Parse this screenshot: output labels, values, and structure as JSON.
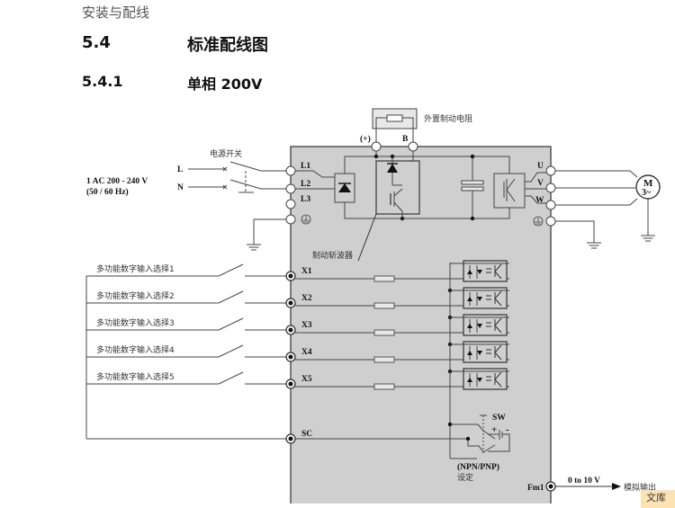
{
  "header": {
    "chapter": "安装与配线",
    "section_number": "5.4",
    "section_title": "标准配线图",
    "subsection_number": "5.4.1",
    "subsection_title": "单相 200V"
  },
  "diagram": {
    "power_supply": {
      "rating": "1 AC 200 - 240 V",
      "frequency": "(50 / 60 Hz)",
      "line_L": "L",
      "line_N": "N",
      "switch_label": "电源开关"
    },
    "input_terminals": [
      "L1",
      "L2",
      "L3"
    ],
    "ground_symbol": "⏚",
    "brake": {
      "resistor_label": "外置制动电阻",
      "plus_terminal": "(+)",
      "b_terminal": "B",
      "chopper_label": "制动斩波器"
    },
    "output_terminals": [
      "U",
      "V",
      "W"
    ],
    "motor": {
      "line1": "M",
      "line2": "3~"
    },
    "digital_inputs": [
      {
        "terminal": "X1",
        "label": "多功能数字输入选择1"
      },
      {
        "terminal": "X2",
        "label": "多功能数字输入选择2"
      },
      {
        "terminal": "X3",
        "label": "多功能数字输入选择3"
      },
      {
        "terminal": "X4",
        "label": "多功能数字输入选择4"
      },
      {
        "terminal": "X5",
        "label": "多功能数字输入选择5"
      }
    ],
    "common_terminal": "SC",
    "switch": {
      "name": "SW",
      "plus": "+",
      "minus": "-",
      "mode": "(NPN/PNP)",
      "mode_label": "设定"
    },
    "analog_output": {
      "terminal": "Fm1",
      "range": "0 to 10 V",
      "label": "模拟输出"
    }
  },
  "watermark": "文库"
}
